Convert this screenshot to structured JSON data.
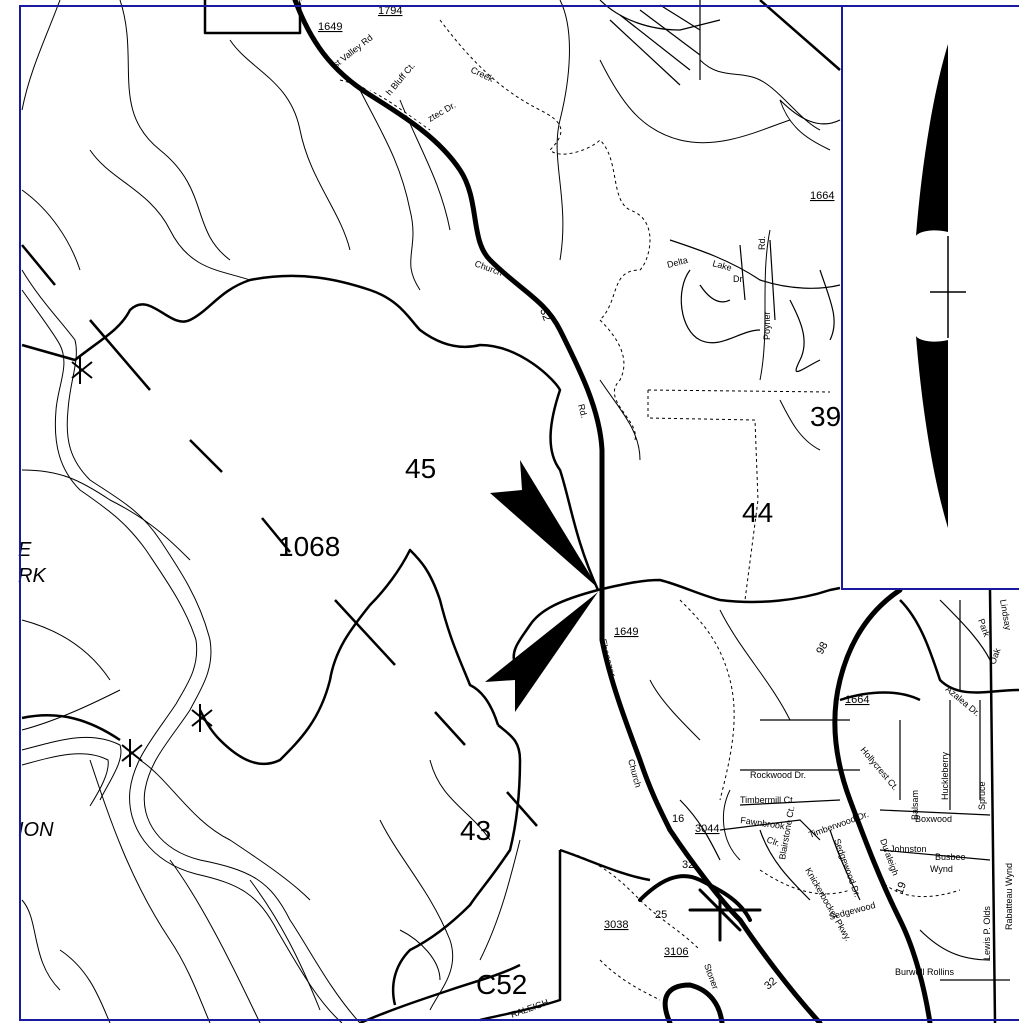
{
  "colors": {
    "frame": "#1a1aa0",
    "ink": "#000000",
    "paper": "#ffffff"
  },
  "area_labels": {
    "a45": "45",
    "a1068": "1068",
    "a43": "43",
    "a44": "44",
    "a39": "39",
    "c52": "C52"
  },
  "route_labels": {
    "r1649_top": "1649",
    "r1794": "1794",
    "r1664_top": "1664",
    "r1649_mid": "1649",
    "r1664_mid": "1664",
    "r3044": "3044",
    "r3038": "3038",
    "r3106": "3106"
  },
  "mileposts": {
    "m32_top": "32",
    "m98": "98",
    "m16": "16",
    "m32_mid": "32",
    "m25": "25",
    "m19": "19",
    "m32_bot": "32"
  },
  "streets": {
    "st1": "st Valley Rd",
    "st2": "h Bluff Ct.",
    "st3": "ztec Dr.",
    "st4": "Creek",
    "st5": "Church",
    "st6": "Rd.",
    "st7": "Delta",
    "st8": "Lake",
    "st9": "Dr.",
    "st10": "Rd.",
    "st11": "Poyner",
    "st12": "Ebenezer",
    "st13": "Church",
    "st14": "Rockwood Dr.",
    "st15": "Timbermill Ct.",
    "st16": "Fawnbrook",
    "st17": "Timberwood Dr.",
    "st18": "Sedgewood Dr.",
    "st19": "Blairstone Ct.",
    "st20": "Knickerbocker Pkwy.",
    "st21": "Sedgewood",
    "st22": "Duraleigh",
    "st23": "Hollycrest Ct.",
    "st24": "Azalea Dr.",
    "st25": "Huckleberry",
    "st26": "Balsam",
    "st27": "Spruce",
    "st28": "Boxwood",
    "st29": "Johnston",
    "st30": "Busbee",
    "st31": "Wynd",
    "st32": "Rabatteau Wynd",
    "st33": "Lewis P. Olds",
    "st34": "Burwell Rollins",
    "st35": "Park",
    "st36": "Lindsay",
    "st37": "Oak",
    "st38": "Stoner",
    "st39": "RALEIGH",
    "st40": "Clr."
  },
  "places": {
    "p1": "E",
    "p2": "RK",
    "p3": "ION"
  }
}
